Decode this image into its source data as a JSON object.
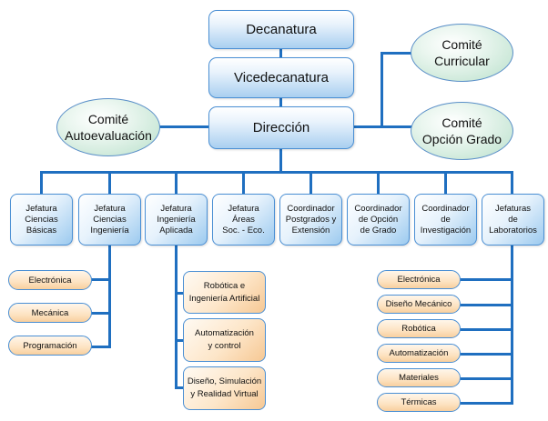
{
  "top_chain": [
    {
      "label": "Decanatura"
    },
    {
      "label": "Vicedecanatura"
    },
    {
      "label": "Dirección"
    }
  ],
  "committees": {
    "autoevaluacion": "Comité\nAutoevaluación",
    "curricular": "Comité\nCurricular",
    "opcion_grado": "Comité\nOpción Grado"
  },
  "units": [
    {
      "label": "Jefatura\nCiencias\nBásicas"
    },
    {
      "label": "Jefatura\nCiencias\nIngeniería"
    },
    {
      "label": "Jefatura\nIngeniería\nAplicada"
    },
    {
      "label": "Jefatura\nÁreas\nSoc. - Eco."
    },
    {
      "label": "Coordinador\nPostgrados y\nExtensión"
    },
    {
      "label": "Coordinador\nde Opción\nde Grado"
    },
    {
      "label": "Coordinador\nde\nInvestigación"
    },
    {
      "label": "Jefaturas\nde\nLaboratorios"
    }
  ],
  "ciencias_ingenieria_areas": [
    "Electrónica",
    "Mecánica",
    "Programación"
  ],
  "ingenieria_aplicada_areas": [
    "Robótica e\nIngeniería Artificial",
    "Automatización\ny control",
    "Diseño, Simulación\ny Realidad Virtual"
  ],
  "laboratorios": [
    "Electrónica",
    "Diseño Mecánico",
    "Robótica",
    "Automatización",
    "Materiales",
    "Térmicas"
  ],
  "colors": {
    "connector": "#1f6fc0",
    "box_border": "#4a8fd4",
    "box_fill": "#a9cff0",
    "committee_fill": "#b9e0cb",
    "area_fill": "#f8cf9e"
  }
}
